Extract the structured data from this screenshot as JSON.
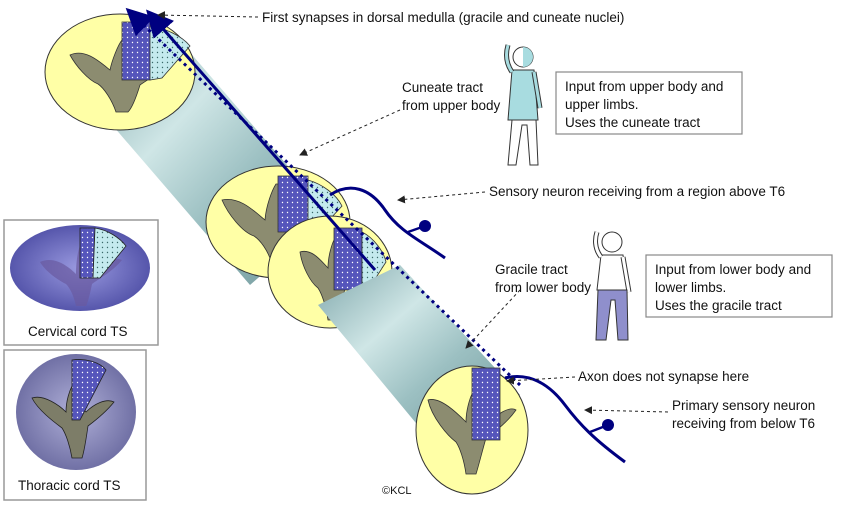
{
  "labels": {
    "first_synapses": "First synapses in dorsal medulla (gracile and cuneate nuclei)",
    "cuneate_tract_line1": "Cuneate tract",
    "cuneate_tract_line2": "from upper body",
    "sensory_above_t6": "Sensory neuron receiving from a region above T6",
    "gracile_tract_line1": "Gracile tract",
    "gracile_tract_line2": "from lower body",
    "axon_no_synapse": "Axon does not synapse here",
    "primary_neuron_line1": "Primary sensory neuron",
    "primary_neuron_line2": "receiving from below T6",
    "copyright": "©KCL"
  },
  "boxes": {
    "upper": {
      "line1": "Input from upper body and",
      "line2": "upper limbs.",
      "line3": "Uses the cuneate tract"
    },
    "lower": {
      "line1": "Input from lower body and",
      "line2": "lower limbs.",
      "line3": "Uses the gracile tract"
    }
  },
  "insets": {
    "cervical": "Cervical cord TS",
    "thoracic": "Thoracic cord TS"
  },
  "colors": {
    "cord_white_matter": "#ffffa6",
    "grey_matter": "#8c8c70",
    "gracile": "#5050b8",
    "cuneate": "#b8e4ea",
    "tube": "#8fb5b8",
    "neuron": "#000080",
    "upper_figure": "#a8dce0",
    "lower_figure": "#8f8fcc"
  }
}
